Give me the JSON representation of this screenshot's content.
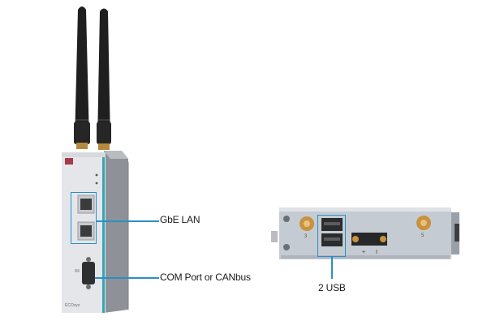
{
  "product": {
    "name_on_panel": "ECOsys"
  },
  "callouts": {
    "gbe_lan": "GbE LAN",
    "com_port": "COM Port  or CANbus",
    "usb": "2 USB"
  },
  "rear_panel": {
    "antenna_labels": [
      "3",
      "5"
    ],
    "power_terminal_labels": [
      "+",
      "I"
    ]
  },
  "colors": {
    "callout_accent": "#2a8fc4",
    "body_gray": "#c9ccd1",
    "side_gray": "#8e9197",
    "antenna_black": "#1e1e1e",
    "connector_gold": "#c8923f"
  }
}
